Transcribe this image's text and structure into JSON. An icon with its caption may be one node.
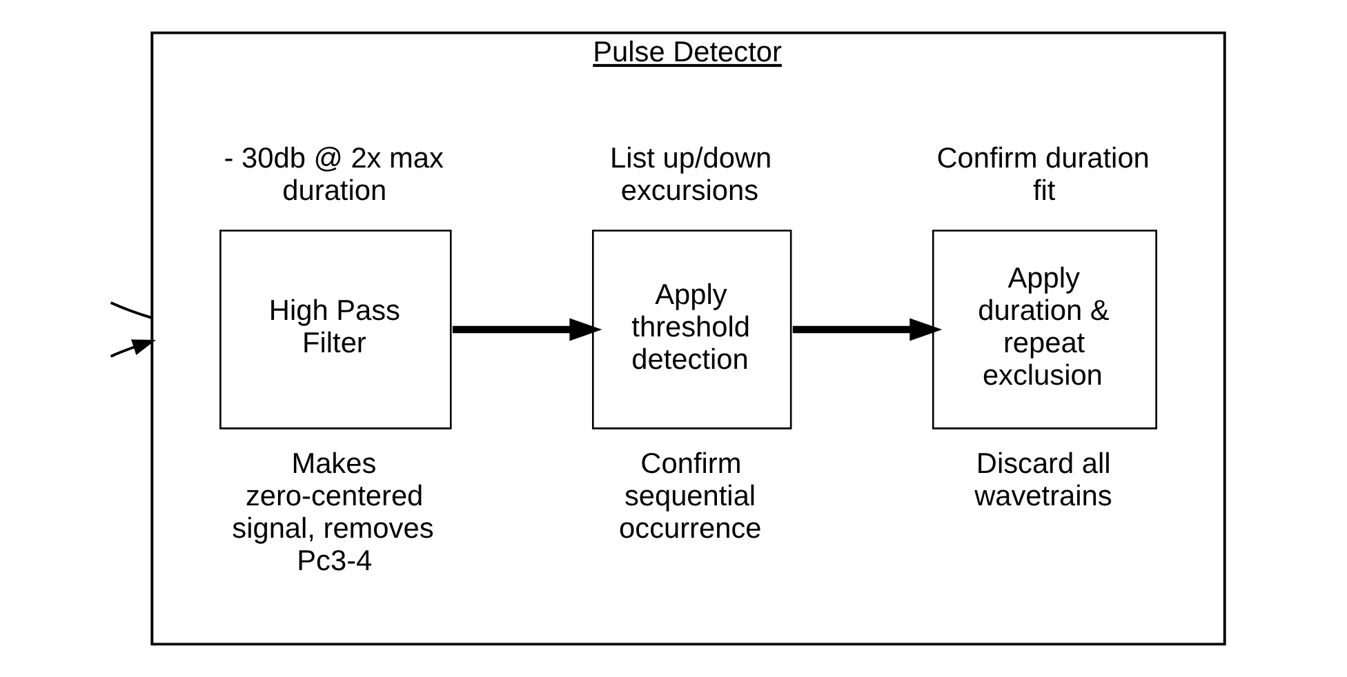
{
  "diagram": {
    "nodes": [
      {
        "text": [
          "Pulse Detector"
        ]
      },
      {
        "text": [
          "High Pass Filter"
        ],
        "in": 0,
        "beside": [
          "- 30db @ 2x max duration",
          "Makes zero-centered signal, removes Pc3-4"
        ]
      },
      {
        "text": [
          "Apply threshold detection"
        ],
        "in": 0,
        "beside": [
          "List up/down excursions",
          "Confirm sequential occurrence"
        ]
      },
      {
        "text": [
          "Apply duration & repeat exclusion"
        ],
        "in": 0,
        "beside": [
          "Confirm duration fit",
          "Discard all wavetrains"
        ]
      }
    ],
    "edges": [
      {
        "from": null,
        "to": 0,
        "arrow": "none"
      },
      {
        "from": null,
        "to": 0,
        "arrow": "to"
      },
      {
        "from": 1,
        "to": 2,
        "arrow": "to",
        "style": "thick"
      },
      {
        "from": 2,
        "to": 3,
        "arrow": "to",
        "style": "thick"
      }
    ]
  }
}
